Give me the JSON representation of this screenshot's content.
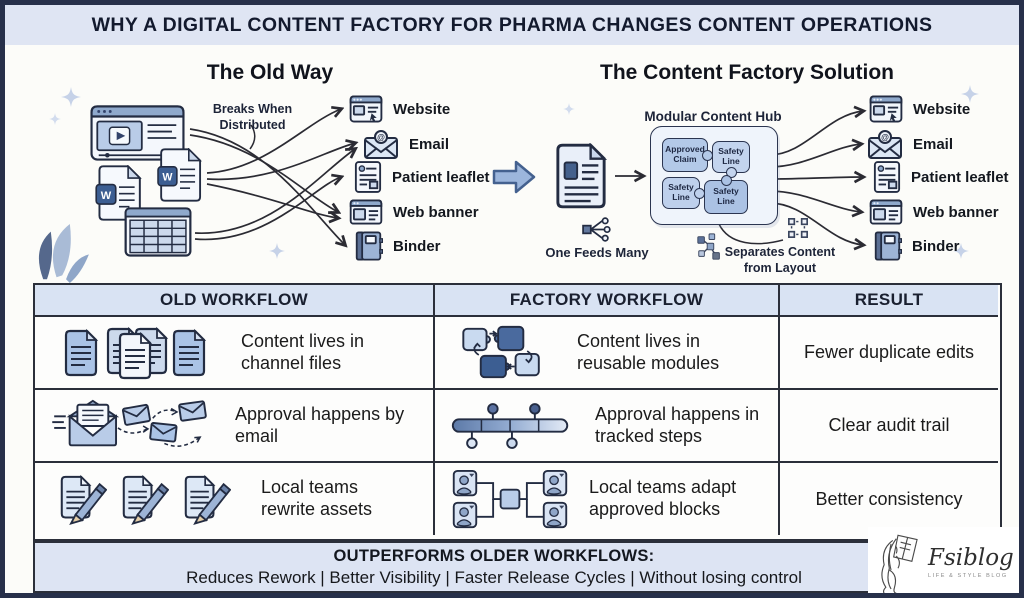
{
  "title": "WHY A DIGITAL CONTENT FACTORY FOR PHARMA CHANGES CONTENT OPERATIONS",
  "channels": [
    "Website",
    "Email",
    "Patient leaflet",
    "Web banner",
    "Binder"
  ],
  "old_way": {
    "heading": "The Old Way",
    "annotation": "Breaks When Distributed"
  },
  "factory": {
    "heading": "The Content Factory Solution",
    "hub_label": "Modular Content Hub",
    "modules": [
      "Approved Claim",
      "Safety Line",
      "Safety Line",
      "Safety Line"
    ],
    "one_feeds_many": "One Feeds Many",
    "separates": "Separates Content from Layout"
  },
  "table": {
    "headers": [
      "OLD WORKFLOW",
      "FACTORY WORKFLOW",
      "RESULT"
    ],
    "rows": [
      {
        "old": "Content lives in channel files",
        "factory": "Content lives in reusable modules",
        "result": "Fewer duplicate edits"
      },
      {
        "old": "Approval happens by email",
        "factory": "Approval happens in tracked steps",
        "result": "Clear audit trail"
      },
      {
        "old": "Local teams rewrite assets",
        "factory": "Local teams adapt approved blocks",
        "result": "Better consistency"
      }
    ]
  },
  "footer": {
    "heading": "OUTPERFORMS OLDER WORKFLOWS:",
    "text": "Reduces Rework | Better Visibility | Faster Release Cycles | Without losing control"
  },
  "logo": {
    "name": "Fsiblog",
    "tagline": "LIFE & STYLE BLOG"
  },
  "colors": {
    "border": "#27304a",
    "panel": "#dfe5f3",
    "table_header": "#d9e3f3",
    "blue_dark": "#3c5e92",
    "blue_mid": "#8fa9cc",
    "blue_light": "#ccd9ec",
    "text": "#151a28"
  }
}
